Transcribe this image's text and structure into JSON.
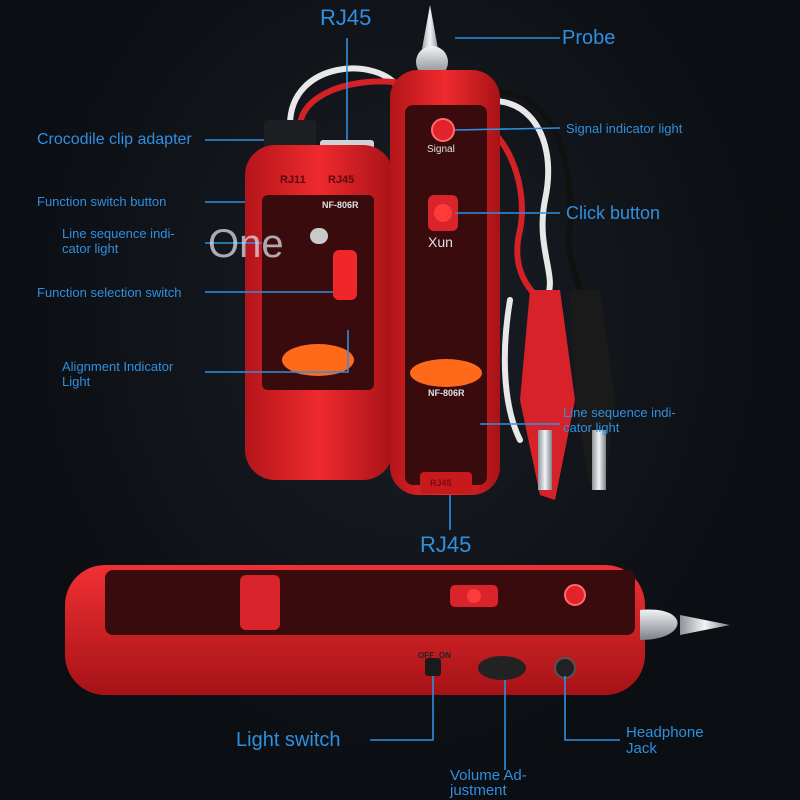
{
  "watermark": "One",
  "labels": {
    "rj45_top": "RJ45",
    "probe": "Probe",
    "crocodile": "Crocodile clip adapter",
    "signal_light": "Signal indicator light",
    "function_button": "Function switch button",
    "click_button": "Click button",
    "line_seq_left": "Line sequence indi-\ncator light",
    "function_select": "Function selection switch",
    "alignment": "Alignment Indicator\nLight",
    "line_seq_right": "Line sequence indi-\ncator light",
    "rj45_bottom": "RJ45",
    "light_switch": "Light switch",
    "headphone": "Headphone\nJack",
    "volume": "Volume Ad-\njustment"
  },
  "device_text": {
    "rj11": "RJ11",
    "rj45": "RJ45",
    "model": "NF-806R",
    "signal": "Signal",
    "xun": "Xun",
    "off": "OFF",
    "on": "ON",
    "rj45_small": "RJ45"
  },
  "colors": {
    "label": "#2f8fe0",
    "device_red": "#e0262a",
    "device_dark": "#1c1f22"
  }
}
